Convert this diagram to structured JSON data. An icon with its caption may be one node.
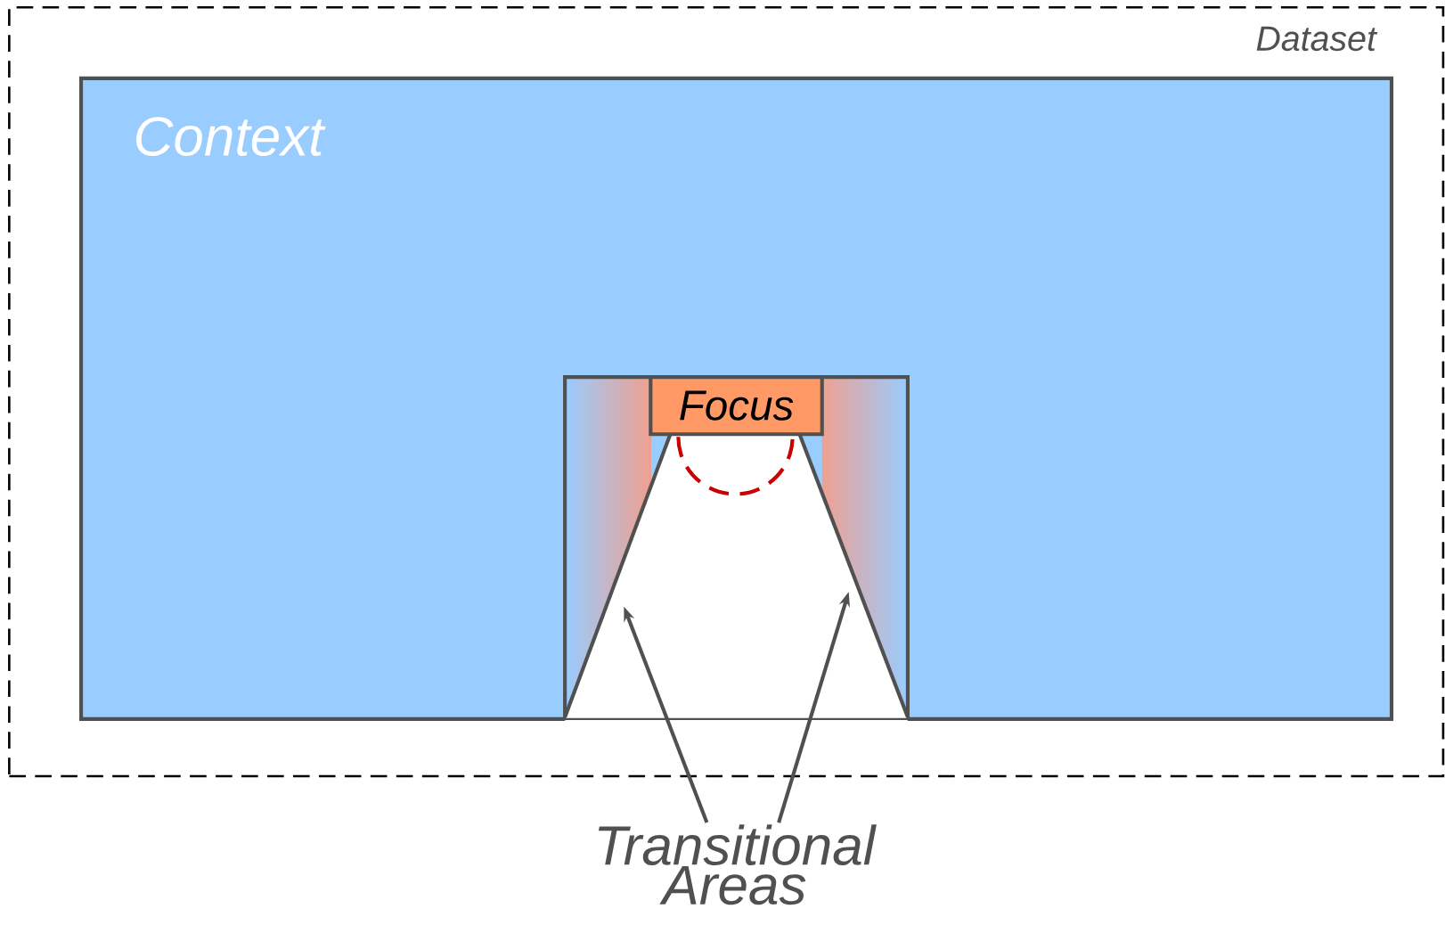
{
  "diagram": {
    "nodes": [
      {
        "text": [
          "Dataset"
        ]
      },
      {
        "text": [
          "Context"
        ],
        "in": 0
      },
      {
        "text": [],
        "shape": "box",
        "in": 1
      },
      {
        "text": [
          "Focus"
        ],
        "in": 2
      },
      {
        "text": [
          "Transitional Areas"
        ]
      }
    ],
    "edges": [
      {
        "from": 4,
        "to": null,
        "arrow": "to"
      },
      {
        "from": 4,
        "to": null,
        "arrow": "to"
      }
    ]
  }
}
